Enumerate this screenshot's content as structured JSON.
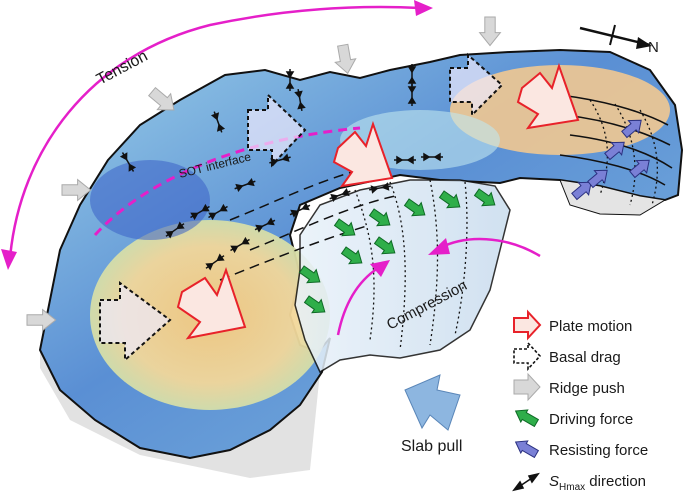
{
  "labels": {
    "tension": "Tension",
    "compression": "Compression",
    "sot_interface": "SOT interface",
    "slab_pull": "Slab pull",
    "north": "N"
  },
  "legend": {
    "plate_motion": "Plate motion",
    "basal_drag": "Basal drag",
    "ridge_push": "Ridge push",
    "driving_force": "Driving force",
    "resisting_force": "Resisting force",
    "shmax_s": "S",
    "shmax_sub": "Hmax",
    "shmax_rest": " direction"
  },
  "colors": {
    "plate_motion": "#e8222a",
    "basal_drag": "#111111",
    "ridge_push": "#bdbdbd",
    "driving_force": "#2fae4a",
    "resisting_force": "#7a80d6",
    "stress_arrows": "#e51fc9",
    "slab_pull": "#8db6e0"
  }
}
